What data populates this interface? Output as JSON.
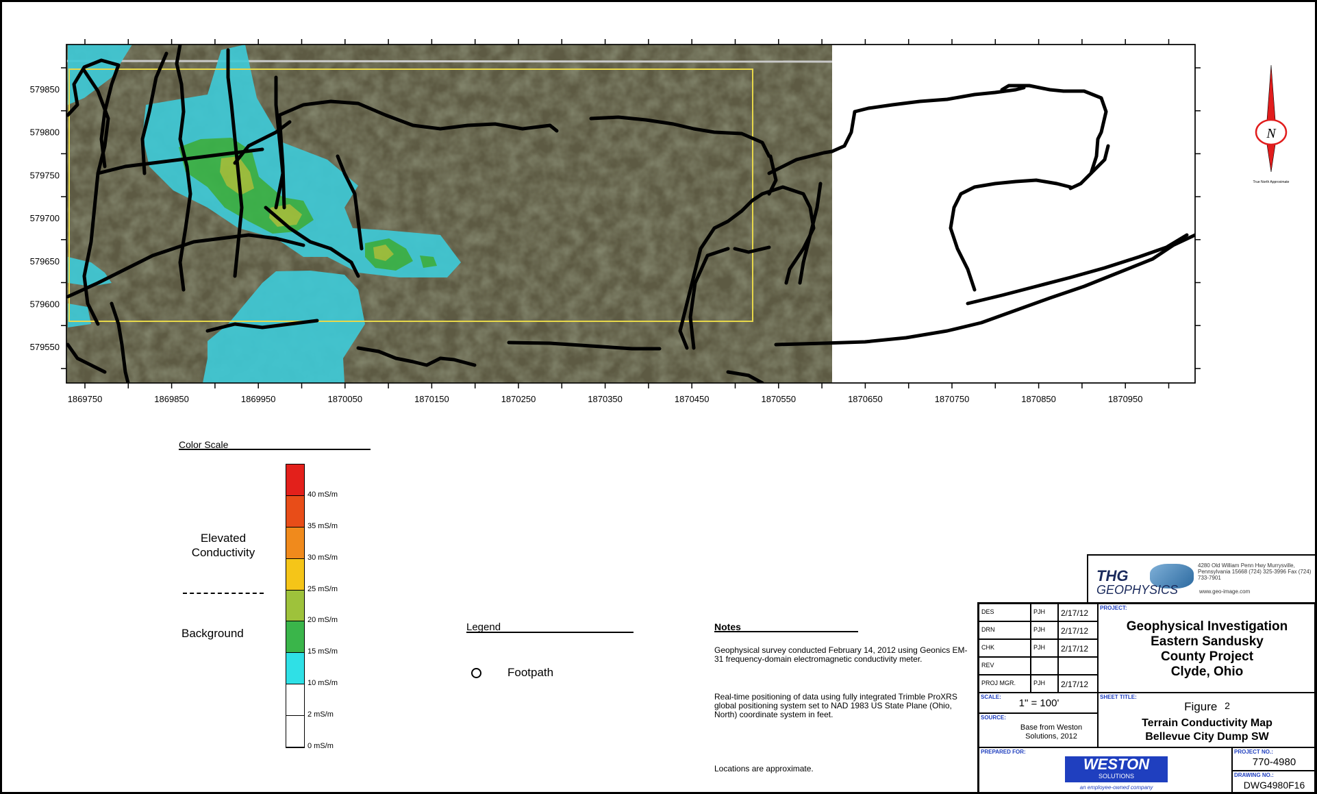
{
  "map": {
    "y_ticks": [
      "579850",
      "579800",
      "579750",
      "579700",
      "579650",
      "579600",
      "579550"
    ],
    "x_ticks": [
      "1869750",
      "1869850",
      "1869950",
      "1870050",
      "1870150",
      "1870250",
      "1870350",
      "1870450",
      "1870550",
      "1870650",
      "1870750",
      "1870850",
      "1870950"
    ],
    "north_letter": "N",
    "north_caption": "True North Approximate",
    "colors": {
      "cyan": "#3fc9d6",
      "green": "#3ab54a",
      "yellowgreen": "#9ec23b",
      "imagery": "#5a5a42",
      "track": "#000000",
      "survey_box": "#e8d84a"
    }
  },
  "color_scale": {
    "title": "Color Scale",
    "labels": [
      "40 mS/m",
      "35 mS/m",
      "30 mS/m",
      "25 mS/m",
      "20 mS/m",
      "15 mS/m",
      "10 mS/m",
      "2 mS/m",
      "0 mS/m"
    ],
    "colors": [
      "#e3201b",
      "#e84d18",
      "#f08a1c",
      "#f5c518",
      "#9ec23b",
      "#3ab54a",
      "#2fe0e6",
      "#ffffff",
      "#ffffff"
    ],
    "elevated": "Elevated Conductivity",
    "background": "Background"
  },
  "legend": {
    "title": "Legend",
    "footpath": "Footpath"
  },
  "notes": {
    "title": "Notes",
    "items": [
      "Geophysical survey conducted February 14, 2012 using Geonics EM-31 frequency-domain electromagnetic conductivity meter.",
      "Real-time positioning of data using fully integrated Trimble ProXRS global positioning system set to NAD 1983 US State Plane (Ohio, North) coordinate system in feet.",
      "Locations are approximate."
    ]
  },
  "title_block": {
    "logo_top": "THG",
    "logo_bottom": "GEOPHYSICS",
    "address": "4280 Old William Penn Hwy Murrysville, Pennsylvania 15668 (724) 325-3996 Fax (724) 733-7901",
    "website": "www.geo-image.com",
    "rows": [
      {
        "role": "DES",
        "init": "PJH",
        "date": "2/17/12"
      },
      {
        "role": "DRN",
        "init": "PJH",
        "date": "2/17/12"
      },
      {
        "role": "CHK",
        "init": "PJH",
        "date": "2/17/12"
      },
      {
        "role": "REV",
        "init": "",
        "date": ""
      },
      {
        "role": "PROJ MGR.",
        "init": "PJH",
        "date": "2/17/12"
      }
    ],
    "project_label": "PROJECT:",
    "project": [
      "Geophysical Investigation",
      "Eastern Sandusky",
      "County Project",
      "Clyde, Ohio"
    ],
    "scale_label": "SCALE:",
    "scale": "1\" = 100'",
    "source_label": "SOURCE:",
    "source": "Base from Weston Solutions, 2012",
    "sheet_title_label": "SHEET TITLE:",
    "figure_word": "Figure",
    "figure_num": "2",
    "sheet_title": [
      "Terrain Conductivity Map",
      "Bellevue City Dump SW"
    ],
    "prepared_for_label": "PREPARED FOR:",
    "weston": "WESTON",
    "weston_sub": "SOLUTIONS",
    "weston_tag": "an employee-owned company",
    "project_no_label": "PROJECT NO.:",
    "project_no": "770-4980",
    "drawing_no_label": "DRAWING NO.:",
    "drawing_no": "DWG4980F16"
  }
}
